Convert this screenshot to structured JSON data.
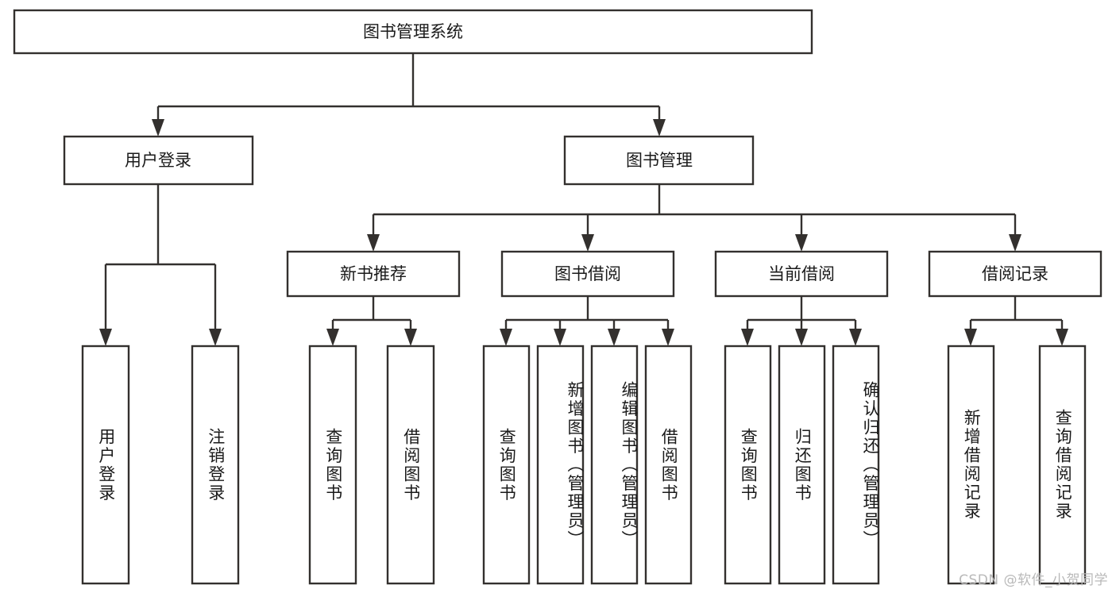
{
  "diagram": {
    "title": "图书管理系统",
    "type": "hierarchy-tree",
    "orientation": "top-down",
    "root": {
      "label": "图书管理系统",
      "level": 1
    },
    "level2": [
      {
        "label": "用户登录"
      },
      {
        "label": "图书管理"
      }
    ],
    "level3": [
      {
        "label": "新书推荐",
        "parent": "图书管理"
      },
      {
        "label": "图书借阅",
        "parent": "图书管理"
      },
      {
        "label": "当前借阅",
        "parent": "图书管理"
      },
      {
        "label": "借阅记录",
        "parent": "图书管理"
      }
    ],
    "leaves": {
      "user_login": [
        {
          "label": "用户登录"
        },
        {
          "label": "注销登录"
        }
      ],
      "new_book_recommend": [
        {
          "label": "查询图书"
        },
        {
          "label": "借阅图书"
        }
      ],
      "book_borrow": [
        {
          "label": "查询图书"
        },
        {
          "label": "新增图书（管理员）"
        },
        {
          "label": "编辑图书（管理员）"
        },
        {
          "label": "借阅图书"
        }
      ],
      "current_borrow": [
        {
          "label": "查询图书"
        },
        {
          "label": "归还图书"
        },
        {
          "label": "确认归还（管理员）"
        }
      ],
      "borrow_record": [
        {
          "label": "新增借阅记录"
        },
        {
          "label": "查询借阅记录"
        }
      ]
    },
    "colors": {
      "box_stroke": "#33302e",
      "box_fill": "#ffffff",
      "text": "#1a1a1a",
      "background": "#ffffff",
      "watermark": "#b9b9b9"
    }
  },
  "watermark": {
    "text": "CSDN @软件_小贺同学"
  }
}
